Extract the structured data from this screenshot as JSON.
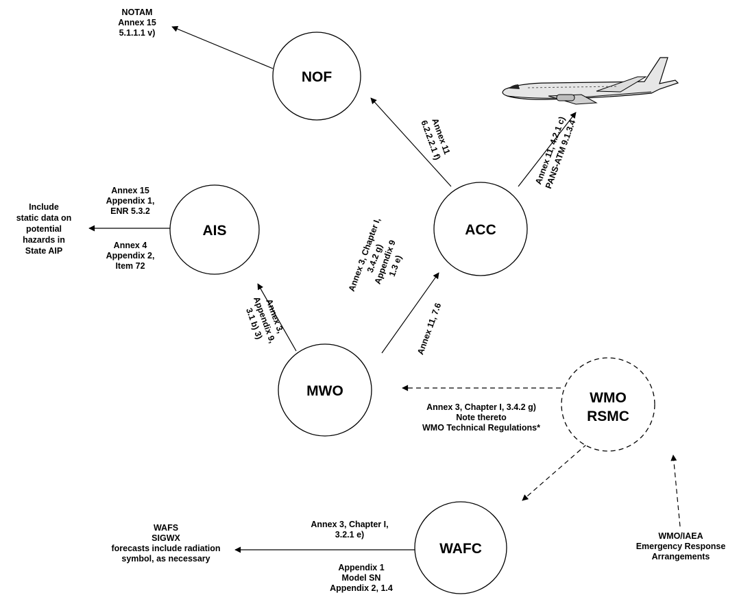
{
  "nodes": {
    "nof": "NOF",
    "ais": "AIS",
    "acc": "ACC",
    "mwo": "MWO",
    "wmo_rsmc": [
      "WMO",
      "RSMC"
    ],
    "wafc": "WAFC"
  },
  "outputs": {
    "notam": [
      "NOTAM",
      "Annex 15",
      "5.1.1.1 v)"
    ],
    "include": [
      "Include",
      "static data on",
      "potential",
      "hazards in",
      "State AIP"
    ],
    "wafs": [
      "WAFS",
      "SIGWX",
      "forecasts include radiation",
      "symbol, as necessary"
    ],
    "wmo_iaea": [
      "WMO/IAEA",
      "Emergency Response",
      "Arrangements"
    ]
  },
  "edges": {
    "acc_nof": [
      "Annex 11",
      "6.2.2.2.1 f)"
    ],
    "acc_aircraft": [
      "Annex 11, 4.2.1 c)",
      "PANS-ATM 9.1.3.4"
    ],
    "ais_out_above": [
      "Annex 15",
      "Appendix 1,",
      "ENR 5.3.2"
    ],
    "ais_out_below": [
      "Annex 4",
      "Appendix 2,",
      "Item 72"
    ],
    "mwo_ais": [
      "Annex 3,",
      "Appendix 9,",
      "3.1 b) 3)"
    ],
    "mwo_acc_upper": [
      "Annex 3, Chapter I,",
      "3.4.2 g)",
      "Appendix 9",
      "1.3 e)"
    ],
    "mwo_acc_lower": "Annex 11, 7.6",
    "rsmc_mwo": [
      "Annex 3, Chapter I, 3.4.2 g)",
      "Note thereto",
      "WMO Technical Regulations*"
    ],
    "wafc_out_above": [
      "Annex 3, Chapter  I,",
      "3.2.1 e)"
    ],
    "wafc_out_below": [
      "Appendix 1",
      "Model SN",
      "Appendix 2, 1.4"
    ]
  },
  "icons": {
    "aircraft": "airliner-icon"
  }
}
